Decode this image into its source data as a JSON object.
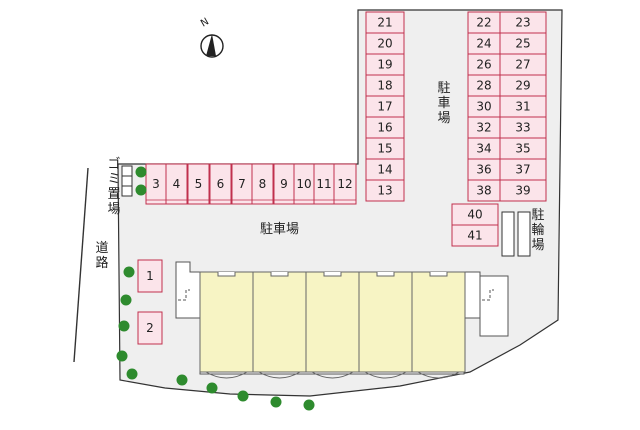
{
  "labels": {
    "parking_main": "駐車場",
    "parking_right": "駐車場",
    "bicycle": "駐輪場",
    "garbage": "ゴミ置場",
    "road": "道路",
    "north": "N"
  },
  "parking_spaces": [
    "1",
    "2",
    "3",
    "4",
    "5",
    "6",
    "7",
    "8",
    "9",
    "10",
    "11",
    "12",
    "13",
    "14",
    "15",
    "16",
    "17",
    "18",
    "19",
    "20",
    "21",
    "22",
    "23",
    "24",
    "25",
    "26",
    "27",
    "28",
    "29",
    "30",
    "31",
    "32",
    "33",
    "34",
    "35",
    "36",
    "37",
    "38",
    "39",
    "40",
    "41"
  ],
  "colors": {
    "stall_fill": "#fbe4ea",
    "stall_border": "#c0304d",
    "lot_fill": "#efefef",
    "building_fill": "#f7f4c4",
    "tree": "#2e8b2e"
  },
  "building": {
    "units": 5
  }
}
